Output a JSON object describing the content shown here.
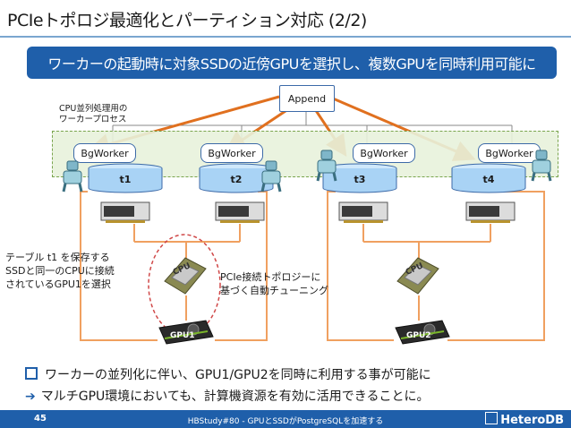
{
  "slide": {
    "title": "PCIeトポロジ最適化とパーティション対応 (2/2)",
    "banner": "ワーカーの起動時に対象SSDの近傍GPUを選択し、複数GPUを同時利用可能に"
  },
  "diagram": {
    "append": "Append",
    "cpu_note_line1": "CPU並列処理用の",
    "cpu_note_line2": "ワーカープロセス",
    "workers": [
      "BgWorker",
      "BgWorker",
      "BgWorker",
      "BgWorker"
    ],
    "tables": [
      "t1",
      "t2",
      "t3",
      "t4"
    ],
    "left_note_line1": "テーブル t1 を保存する",
    "left_note_line2": "SSDと同一のCPUに接続",
    "left_note_line3": "されているGPU1を選択",
    "center_note_line1": "PCIe接続トポロジーに",
    "center_note_line2": "基づく自動チューニング",
    "gpus": [
      "GPU1",
      "GPU2"
    ],
    "cpu_chip_label": "CPU"
  },
  "bullets": {
    "item1": "ワーカーの並列化に伴い、GPU1/GPU2を同時に利用する事が可能に",
    "item2": "マルチGPU環境においても、計算機資源を有効に活用できることに。"
  },
  "footer": {
    "page": "45",
    "text": "HBStudy#80 - GPUとSSDがPostgreSQLを加速する",
    "logo": "HeteroDB"
  },
  "colors": {
    "brand_blue": "#1f5faa",
    "arrow_orange": "#e0701f",
    "line_orange": "#f0a060",
    "group_green": "#e8f2dc"
  }
}
